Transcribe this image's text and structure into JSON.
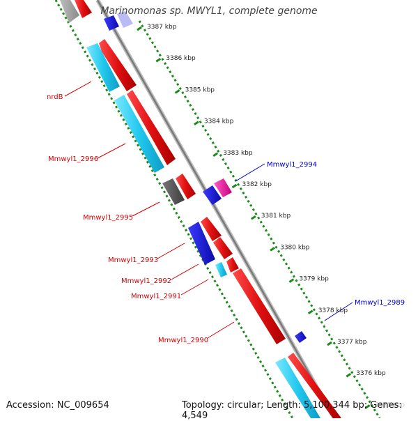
{
  "title": "Marinomonas sp. MWYL1, complete genome",
  "footer": {
    "accession": "Accession: NC_009654",
    "summary": "Topology: circular; Length: 5,100,344 bp; Genes: 4,549"
  },
  "colors": {
    "forward_cds": "#e01010",
    "reverse_cds": "#1515d8",
    "forward_cds_cyan": "#22c8ee",
    "backbone": "#888888",
    "tick": "#1a8a1a",
    "forward_label": "#d40000",
    "reverse_label": "#0000cc"
  },
  "ruler_ticks": [
    "3387 kbp",
    "3386 kbp",
    "3385 kbp",
    "3384 kbp",
    "3383 kbp",
    "3382 kbp",
    "3381 kbp",
    "3380 kbp",
    "3379 kbp",
    "3378 kbp",
    "3377 kbp",
    "3376 kbp",
    "3375 kbp"
  ],
  "gene_labels": [
    {
      "name": "nrdB",
      "strand": "forward"
    },
    {
      "name": "Mmwyl1_2996",
      "strand": "forward"
    },
    {
      "name": "Mmwyl1_2995",
      "strand": "forward"
    },
    {
      "name": "Mmwyl1_2994",
      "strand": "reverse"
    },
    {
      "name": "Mmwyl1_2993",
      "strand": "forward"
    },
    {
      "name": "Mmwyl1_2992",
      "strand": "forward"
    },
    {
      "name": "Mmwyl1_2991",
      "strand": "forward"
    },
    {
      "name": "Mmwyl1_2990",
      "strand": "forward"
    },
    {
      "name": "Mmwyl1_2989",
      "strand": "reverse"
    }
  ]
}
